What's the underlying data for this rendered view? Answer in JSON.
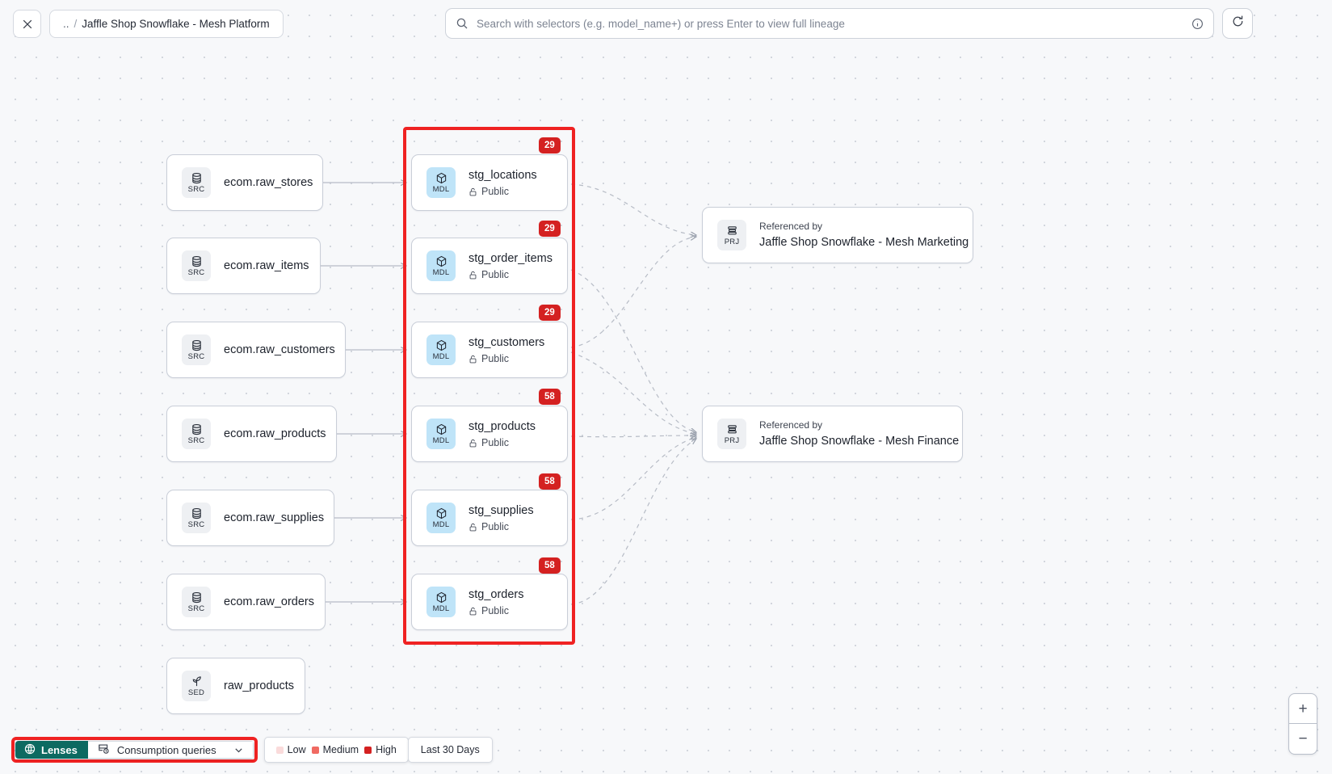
{
  "topbar": {
    "close_icon": "close-icon",
    "breadcrumb": {
      "up": "..",
      "separator": "/",
      "label": "Jaffle Shop Snowflake - Mesh Platform"
    },
    "search": {
      "icon": "search-icon",
      "placeholder": "Search with selectors (e.g. model_name+) or press Enter to view full lineage",
      "value": "",
      "info_icon": "info-circle-icon"
    },
    "refresh_icon": "refresh-icon"
  },
  "graph": {
    "sources": [
      {
        "type": "SRC",
        "name": "ecom.raw_stores"
      },
      {
        "type": "SRC",
        "name": "ecom.raw_items"
      },
      {
        "type": "SRC",
        "name": "ecom.raw_customers"
      },
      {
        "type": "SRC",
        "name": "ecom.raw_products"
      },
      {
        "type": "SRC",
        "name": "ecom.raw_supplies"
      },
      {
        "type": "SRC",
        "name": "ecom.raw_orders"
      },
      {
        "type": "SED",
        "name": "raw_products"
      }
    ],
    "models": [
      {
        "type": "MDL",
        "name": "stg_locations",
        "access": "Public",
        "badge": "29"
      },
      {
        "type": "MDL",
        "name": "stg_order_items",
        "access": "Public",
        "badge": "29"
      },
      {
        "type": "MDL",
        "name": "stg_customers",
        "access": "Public",
        "badge": "29"
      },
      {
        "type": "MDL",
        "name": "stg_products",
        "access": "Public",
        "badge": "58"
      },
      {
        "type": "MDL",
        "name": "stg_supplies",
        "access": "Public",
        "badge": "58"
      },
      {
        "type": "MDL",
        "name": "stg_orders",
        "access": "Public",
        "badge": "58"
      }
    ],
    "projects": [
      {
        "type": "PRJ",
        "kicker": "Referenced by",
        "name": "Jaffle Shop Snowflake - Mesh Marketing"
      },
      {
        "type": "PRJ",
        "kicker": "Referenced by",
        "name": "Jaffle Shop Snowflake - Mesh Finance"
      }
    ],
    "selection_color": "#ef2222"
  },
  "bottombar": {
    "lenses_label": "Lenses",
    "lenses_icon": "lens-icon",
    "lenses_color": "#0d6a61",
    "selector_label": "Consumption queries",
    "selector_icon": "query-icon",
    "caret_icon": "chevron-down-icon",
    "legend": [
      {
        "label": "Low",
        "color": "#fadbdb"
      },
      {
        "label": "Medium",
        "color": "#f06a62"
      },
      {
        "label": "High",
        "color": "#d42121"
      }
    ],
    "range_label": "Last 30 Days",
    "highlight_color": "#ef2222"
  },
  "zoom_controls": {
    "in": "+",
    "out": "−"
  }
}
